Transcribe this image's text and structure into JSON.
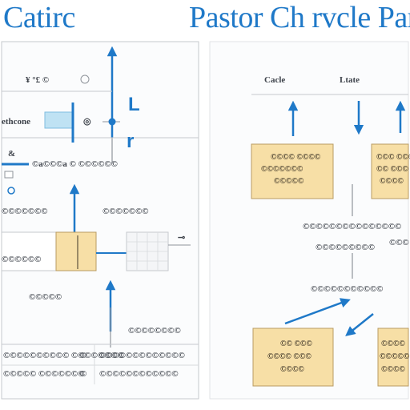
{
  "title": {
    "left": "Catirc",
    "right": "Pastor Ch rvcle Parc"
  },
  "colors": {
    "accent": "#1f79c8",
    "box_fill": "#f7dfa6",
    "box_stroke": "#b89b62",
    "line": "#8f949b",
    "panel_border": "#c6c9cd"
  },
  "left_panel": {
    "top_label": "¥ °£ ©",
    "row1_label": "ethcone",
    "row1_icon": "target",
    "blue_letter_1": "L",
    "blue_letter_2": "r",
    "small_glyph": "&",
    "row2_label": "©a©©©a © ©©©©©©",
    "mid_left_label": "©©©©©©©",
    "mid_right_label": "©©©©©©©",
    "box_row_label": "©©©©©©",
    "lower_label": "©©©©©",
    "lower_right_label": "©©©©©©©©",
    "footer_row1": [
      "©©©©©©©©©© ©©©©©©©©",
      "©",
      "©©©©©©©©©©©©©"
    ],
    "footer_row2": [
      "©©©©© ©©©©©©©",
      "©",
      "©©©©©©©©©©©©"
    ]
  },
  "right_panel": {
    "header_left": "Cacle",
    "header_right": "Ltate",
    "box_tl": [
      "©©©© ©©©©",
      "©©©©©©©",
      "©©©©©"
    ],
    "box_tr": [
      "©©© ©©©",
      "©© ©©©",
      "©©©©"
    ],
    "mid_label_1": "©©©©©©©©©©©©©©©",
    "mid_label_2": "©©©©©©©©©",
    "side_label": "©©©",
    "bottom_label": "©©©©©©©©©©©",
    "box_bl": [
      "©© ©©©",
      "©©©© ©©©",
      "©©©©"
    ],
    "box_br": [
      "©©©©",
      "©©©©©",
      "©©©©"
    ]
  }
}
